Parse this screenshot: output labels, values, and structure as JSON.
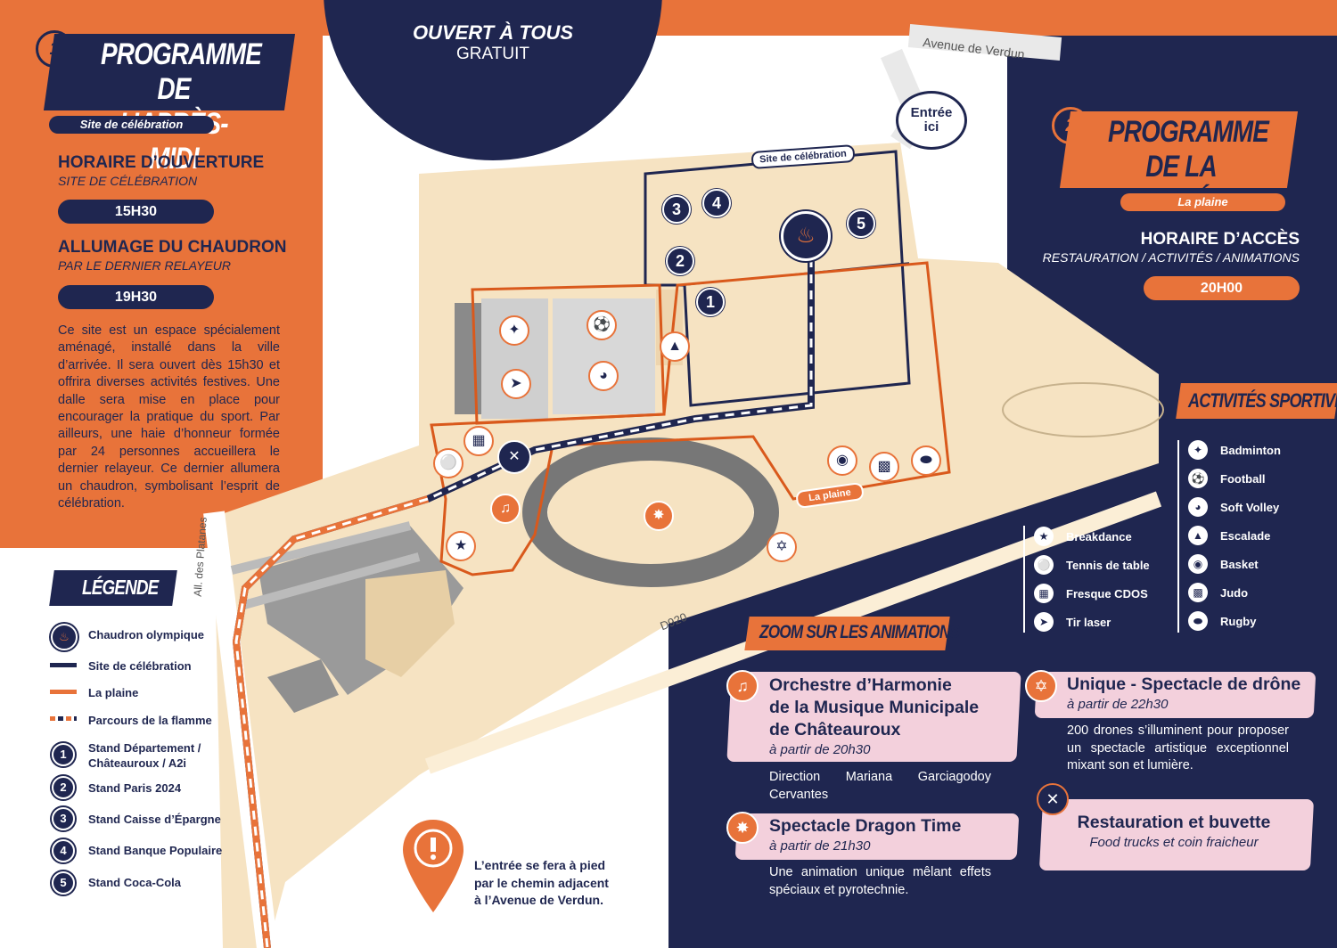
{
  "colors": {
    "orange": "#e8733a",
    "navy": "#1f2650",
    "sand": "#f6e3c2",
    "pink": "#f3d0dc"
  },
  "top_circle": {
    "line1": "OUVERT À TOUS",
    "line2": "GRATUIT"
  },
  "section1": {
    "number": "1",
    "title_line1": "PROGRAMME",
    "title_line2": "DE L’APRÈS-MIDI",
    "site_label": "Site de célébration",
    "opening_title": "HORAIRE D’OUVERTURE",
    "opening_sub": "SITE DE CÉLÉBRATION",
    "opening_time": "15H30",
    "lighting_title": "ALLUMAGE DU CHAUDRON",
    "lighting_sub": "PAR LE DERNIER RELAYEUR",
    "lighting_time": "19H30",
    "description": "Ce site est un espace spécialement aménagé, installé dans la ville d’arrivée. Il sera ouvert dès 15h30 et offrira diverses activités festives. Une dalle sera mise en place pour encourager la pratique du sport. Par ailleurs, une haie d’honneur formée par 24 personnes accueillera le dernier relayeur. Ce dernier allumera un chaudron, symbolisant l’esprit de célébration."
  },
  "section2": {
    "number": "2",
    "title_line1": "PROGRAMME",
    "title_line2": "DE LA SOIRÉE",
    "site_label": "La plaine",
    "access_title": "HORAIRE D’ACCÈS",
    "access_sub": "RESTAURATION / ACTIVITÉS / ANIMATIONS",
    "access_time": "20H00"
  },
  "map": {
    "entry_bubble_line1": "Entrée",
    "entry_bubble_line2": "ici",
    "street_verdun": "Avenue de Verdun",
    "street_platanes": "All. des Platanes",
    "road_d920": "D920",
    "label_site": "Site de célébration",
    "label_plaine": "La plaine",
    "stands": [
      "1",
      "2",
      "3",
      "4",
      "5"
    ]
  },
  "legend": {
    "title": "LÉGENDE",
    "items": [
      {
        "icon": "cauldron-icon",
        "label": "Chaudron olympique"
      },
      {
        "icon": "navy-line",
        "label": "Site de célébration"
      },
      {
        "icon": "orange-line",
        "label": "La plaine"
      },
      {
        "icon": "dashed-line",
        "label": "Parcours de la flamme"
      },
      {
        "icon": "1",
        "label": "Stand Département /\nChâteauroux / A2i"
      },
      {
        "icon": "2",
        "label": "Stand Paris 2024"
      },
      {
        "icon": "3",
        "label": "Stand Caisse d’Épargne"
      },
      {
        "icon": "4",
        "label": "Stand Banque Populaire"
      },
      {
        "icon": "5",
        "label": "Stand Coca-Cola"
      }
    ]
  },
  "entry_note": {
    "line1": "L’entrée se fera à pied",
    "line2": "par le chemin adjacent",
    "line3": "à l’Avenue de Verdun."
  },
  "activities": {
    "title": "ACTIVITÉS SPORTIVES",
    "left": [
      {
        "icon": "breakdance-icon",
        "label": "Breakdance"
      },
      {
        "icon": "table-tennis-icon",
        "label": "Tennis de table"
      },
      {
        "icon": "fresco-icon",
        "label": "Fresque CDOS"
      },
      {
        "icon": "laser-gun-icon",
        "label": "Tir laser"
      }
    ],
    "right": [
      {
        "icon": "badminton-icon",
        "label": "Badminton"
      },
      {
        "icon": "football-icon",
        "label": "Football"
      },
      {
        "icon": "volleyball-icon",
        "label": "Soft Volley"
      },
      {
        "icon": "climbing-icon",
        "label": "Escalade"
      },
      {
        "icon": "basketball-icon",
        "label": "Basket"
      },
      {
        "icon": "judo-icon",
        "label": "Judo"
      },
      {
        "icon": "rugby-icon",
        "label": "Rugby"
      }
    ]
  },
  "animations": {
    "title": "ZOOM SUR LES ANIMATIONS",
    "orchestra": {
      "title_line1": "Orchestre d’Harmonie",
      "title_line2": "de la Musique Municipale",
      "title_line3": "de Châteauroux",
      "time": "à partir de 20h30",
      "desc": "Direction Mariana Garciagodoy Cervantes"
    },
    "dragon": {
      "title": "Spectacle Dragon Time",
      "time": "à partir de 21h30",
      "desc": "Une animation unique mêlant effets spéciaux et pyrotechnie."
    },
    "drone": {
      "title": "Unique - Spectacle de drône",
      "time": "à partir de 22h30",
      "desc": "200 drones s’illuminent pour proposer un spectacle artistique exceptionnel mixant son et lumière."
    },
    "food": {
      "title": "Restauration et buvette",
      "sub": "Food trucks et coin fraicheur"
    }
  }
}
